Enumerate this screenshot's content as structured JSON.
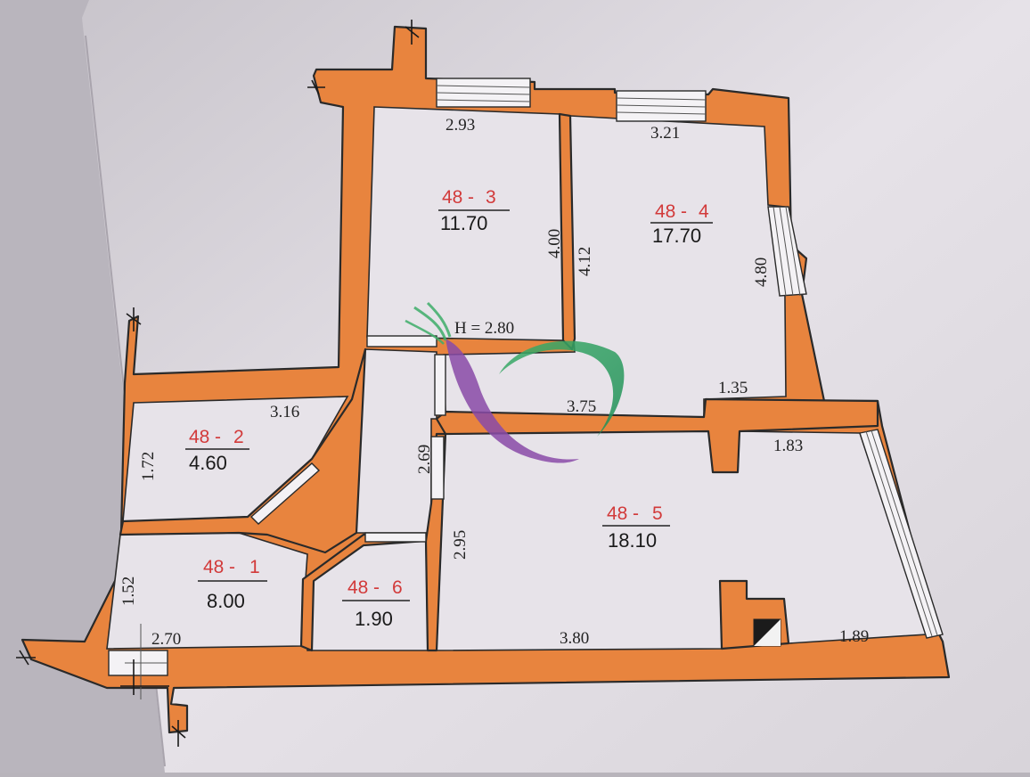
{
  "plan": {
    "height_label": "H = 2.80",
    "rooms": [
      {
        "id": "r1",
        "code_left": "48",
        "sep": "-",
        "code_right": "1",
        "area": "8.00"
      },
      {
        "id": "r2",
        "code_left": "48",
        "sep": "-",
        "code_right": "2",
        "area": "4.60"
      },
      {
        "id": "r3",
        "code_left": "48",
        "sep": "-",
        "code_right": "3",
        "area": "11.70"
      },
      {
        "id": "r4",
        "code_left": "48",
        "sep": "-",
        "code_right": "4",
        "area": "17.70"
      },
      {
        "id": "r5",
        "code_left": "48",
        "sep": "-",
        "code_right": "5",
        "area": "18.10"
      },
      {
        "id": "r6",
        "code_left": "48",
        "sep": "-",
        "code_right": "6",
        "area": "1.90"
      }
    ],
    "dimensions": {
      "r3_top": "2.93",
      "r3_right": "4.00",
      "r4_top": "3.21",
      "r4_left": "4.12",
      "r4_right": "4.80",
      "r4_bottom_right": "1.35",
      "r4_bottom": "3.75",
      "r2_top": "3.16",
      "r2_left": "1.72",
      "corridor": "2.69",
      "r5_left": "2.95",
      "r5_top_right": "1.83",
      "r5_bottom": "3.80",
      "r5_bottom_right": "1.89",
      "r1_left": "1.52",
      "r1_bottom": "2.70"
    },
    "colors": {
      "wall": "#e8843e",
      "room_code": "#d23a3a",
      "paper": "#e7e3e9"
    }
  }
}
